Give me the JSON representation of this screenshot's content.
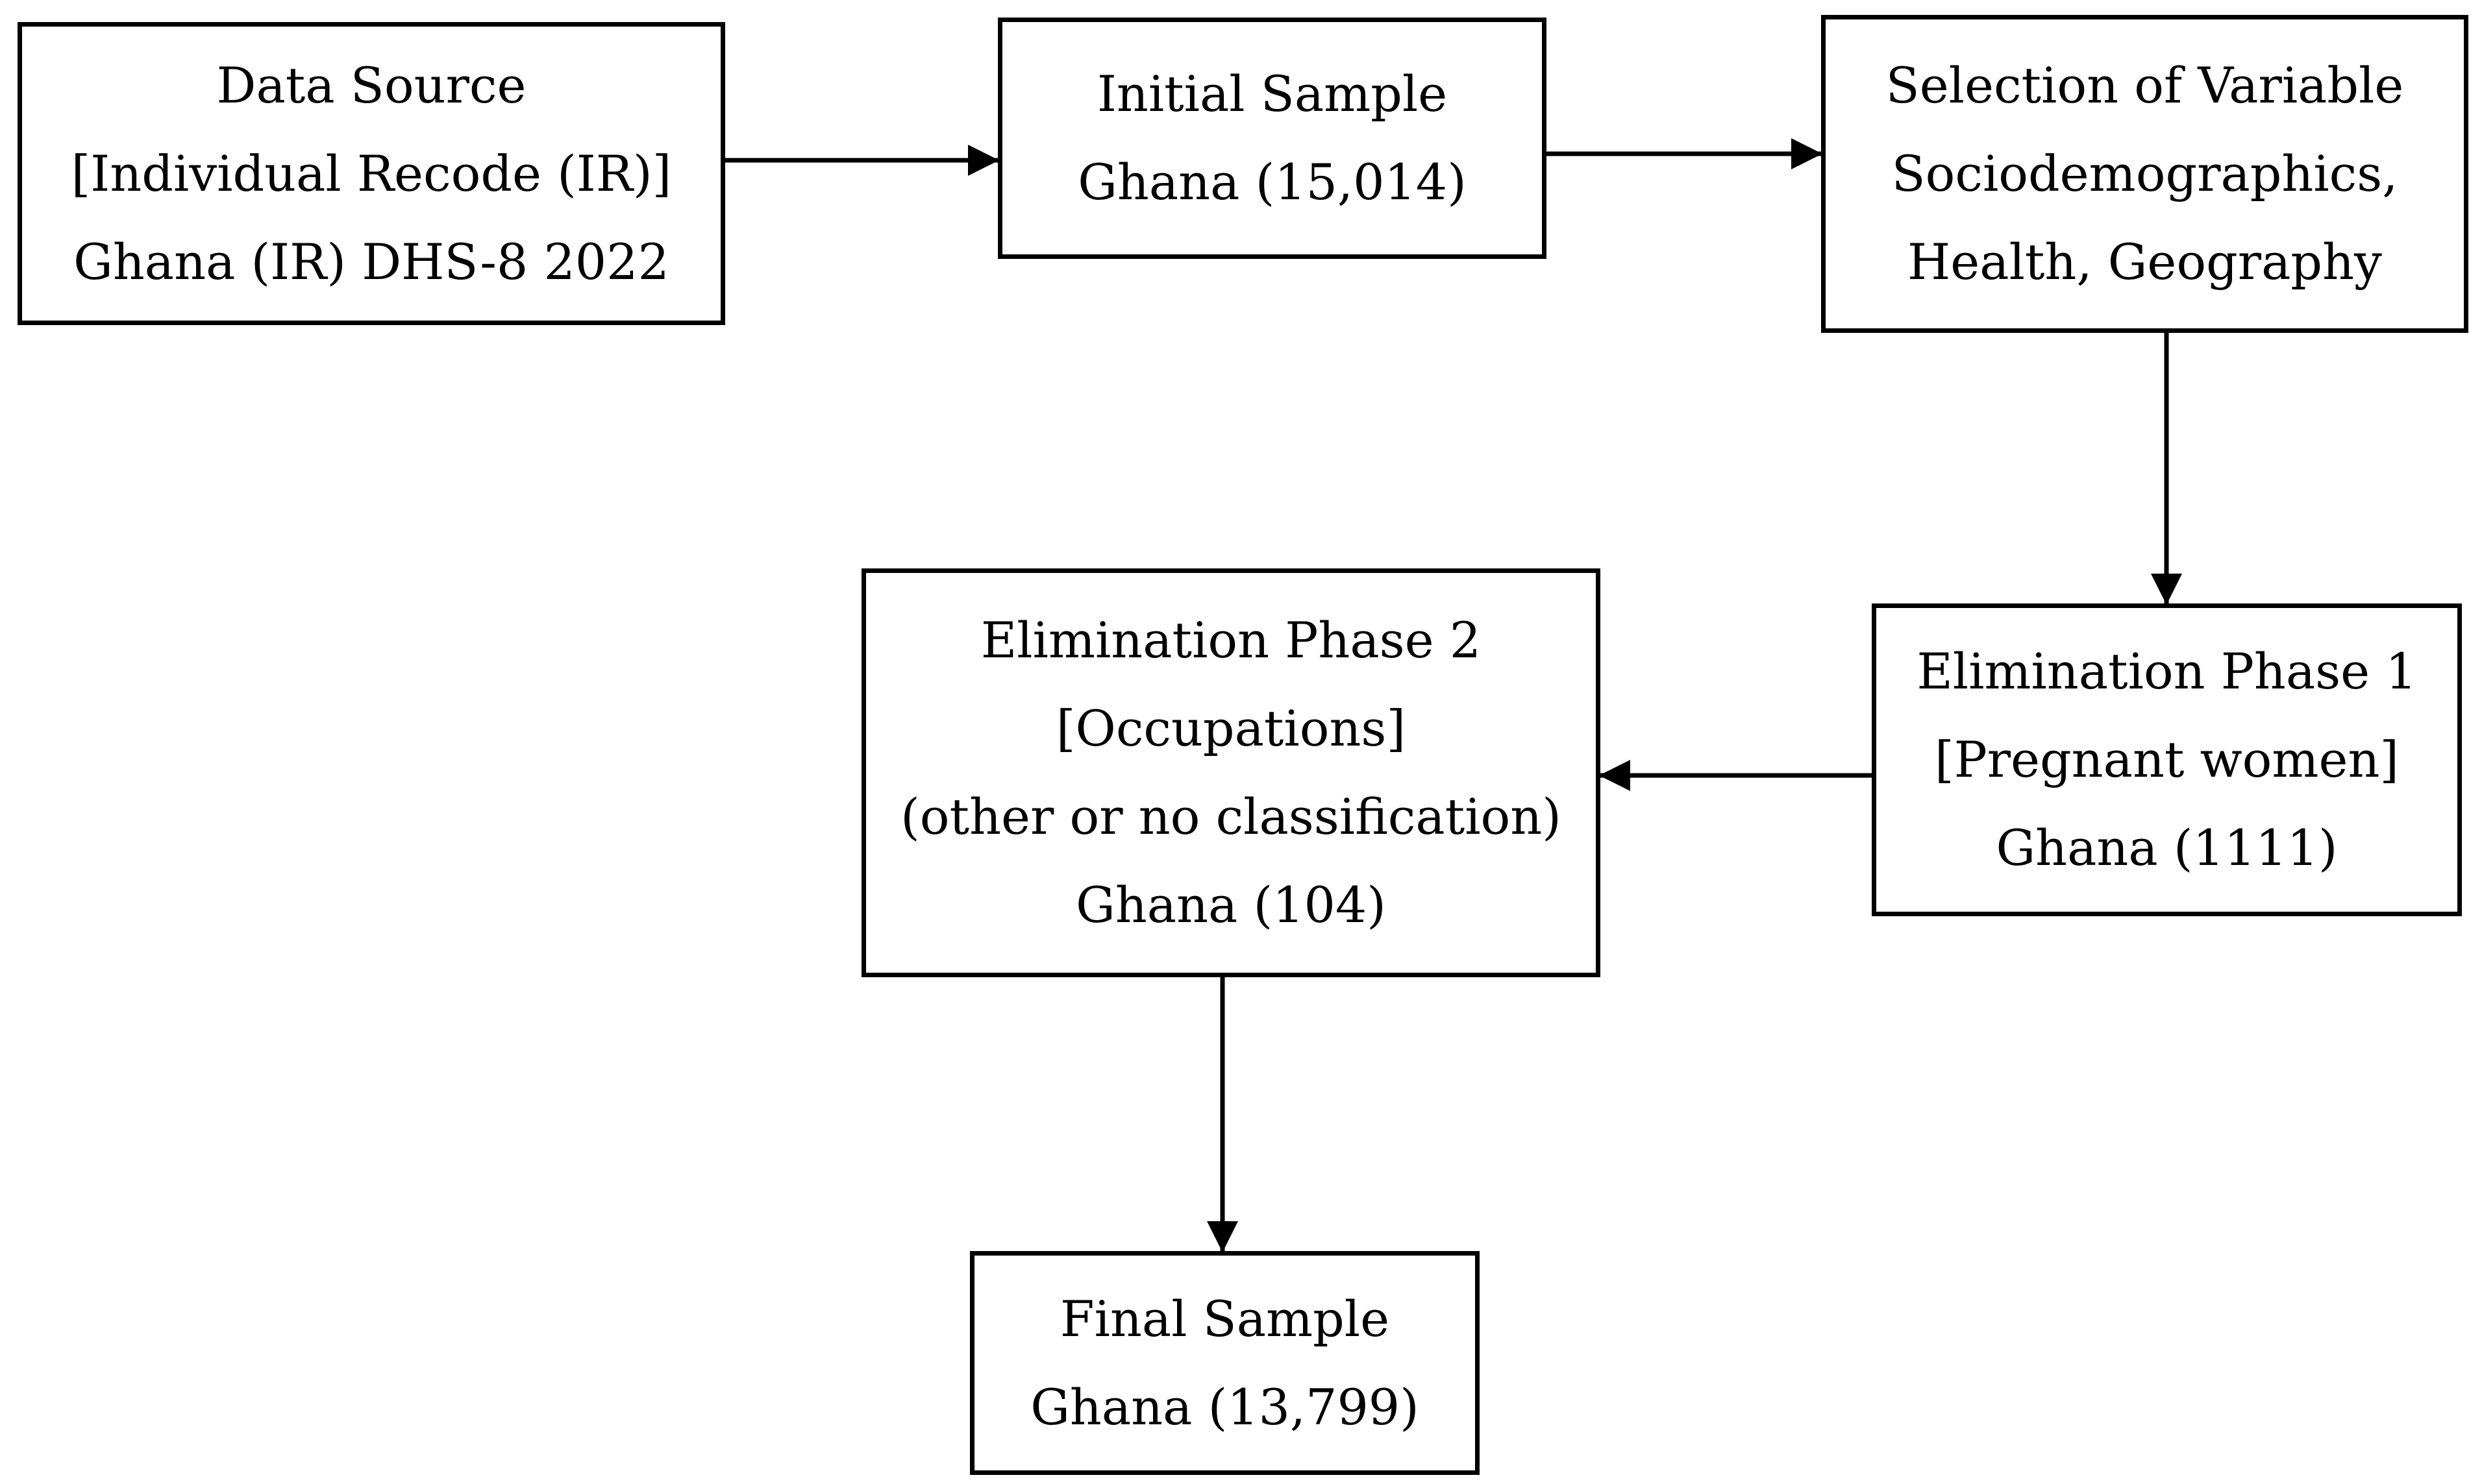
{
  "colors": {
    "stroke": "#000000",
    "background": "#ffffff"
  },
  "nodes": {
    "data_source": {
      "lines": [
        "Data Source",
        "[Individual Recode (IR)]",
        "Ghana (IR) DHS-8 2022"
      ]
    },
    "initial_sample": {
      "lines": [
        "Initial Sample",
        "Ghana (15,014)"
      ]
    },
    "selection": {
      "lines": [
        "Selection of Variable",
        "Sociodemographics,",
        "Health, Geography"
      ]
    },
    "elimination_1": {
      "lines": [
        "Elimination Phase 1",
        "[Pregnant women]",
        "Ghana (1111)"
      ]
    },
    "elimination_2": {
      "lines": [
        "Elimination Phase 2",
        "[Occupations]",
        "(other or no classification)",
        "Ghana (104)"
      ]
    },
    "final_sample": {
      "lines": [
        "Final Sample",
        "Ghana (13,799)"
      ]
    }
  },
  "edges": [
    {
      "from": "data_source",
      "to": "initial_sample"
    },
    {
      "from": "initial_sample",
      "to": "selection"
    },
    {
      "from": "selection",
      "to": "elimination_1"
    },
    {
      "from": "elimination_1",
      "to": "elimination_2"
    },
    {
      "from": "elimination_2",
      "to": "final_sample"
    }
  ]
}
